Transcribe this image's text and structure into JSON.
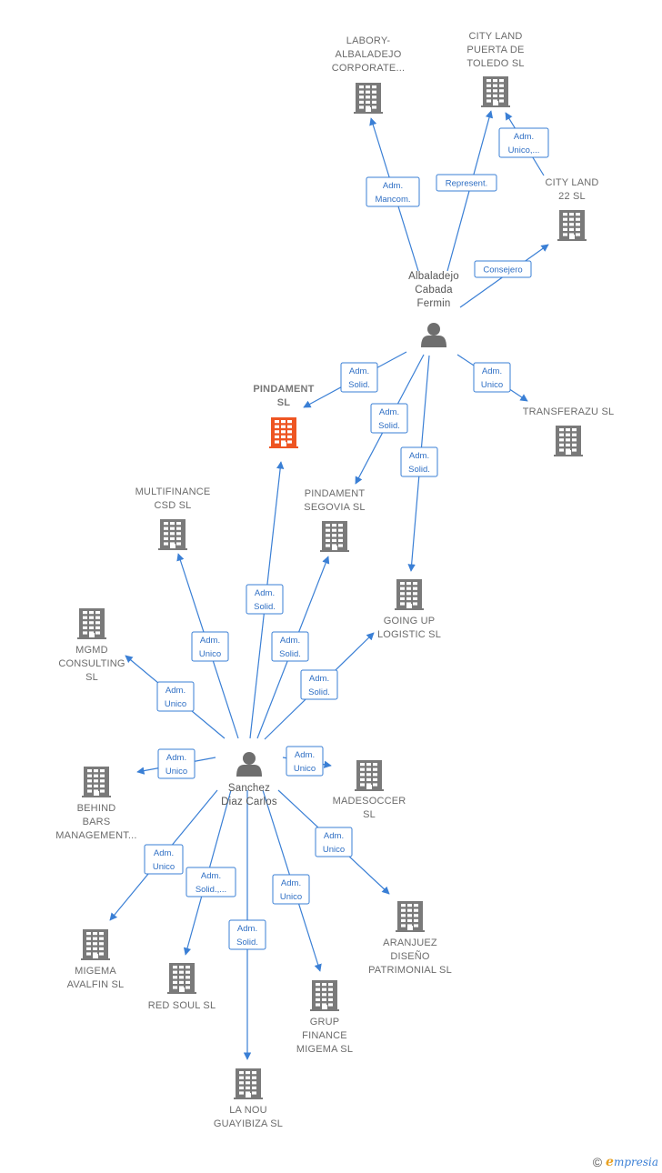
{
  "colors": {
    "edge": "#3a7fd5",
    "company": "#7a7a7a",
    "company_primary": "#ee5522",
    "person": "#6e6e6e"
  },
  "nodes": [
    {
      "id": "labory",
      "type": "company",
      "label": [
        "LABORY-",
        "ALBALADEJO",
        "CORPORATE..."
      ]
    },
    {
      "id": "cityland_toledo",
      "type": "company",
      "label": [
        "CITY LAND",
        "PUERTA DE",
        "TOLEDO  SL"
      ]
    },
    {
      "id": "cityland22",
      "type": "company",
      "label": [
        "CITY LAND",
        "22  SL"
      ]
    },
    {
      "id": "albaladejo",
      "type": "person",
      "label": [
        "Albaladejo",
        "Cabada",
        "Fermin"
      ]
    },
    {
      "id": "pindament",
      "type": "company_primary",
      "label": [
        "PINDAMENT",
        "SL"
      ]
    },
    {
      "id": "transferazu",
      "type": "company",
      "label": [
        "TRANSFERAZU SL"
      ]
    },
    {
      "id": "multifinance",
      "type": "company",
      "label": [
        "MULTIFINANCE",
        "CSD  SL"
      ]
    },
    {
      "id": "pindament_segovia",
      "type": "company",
      "label": [
        "PINDAMENT",
        "SEGOVIA  SL"
      ]
    },
    {
      "id": "going_up",
      "type": "company",
      "label": [
        "GOING UP",
        "LOGISTIC  SL"
      ]
    },
    {
      "id": "mgmd",
      "type": "company",
      "label": [
        "MGMD",
        "CONSULTING",
        "SL"
      ]
    },
    {
      "id": "sanchez",
      "type": "person",
      "label": [
        "Sanchez",
        "Diaz Carlos"
      ]
    },
    {
      "id": "behind_bars",
      "type": "company",
      "label": [
        "BEHIND",
        "BARS",
        "MANAGEMENT..."
      ]
    },
    {
      "id": "madesoccer",
      "type": "company",
      "label": [
        "MADESOCCER",
        "SL"
      ]
    },
    {
      "id": "aranjuez",
      "type": "company",
      "label": [
        "ARANJUEZ",
        "DISEÑO",
        "PATRIMONIAL SL"
      ]
    },
    {
      "id": "migema_avalfin",
      "type": "company",
      "label": [
        "MIGEMA",
        "AVALFIN  SL"
      ]
    },
    {
      "id": "red_soul",
      "type": "company",
      "label": [
        "RED SOUL  SL"
      ]
    },
    {
      "id": "grup_finance",
      "type": "company",
      "label": [
        "GRUP",
        "FINANCE",
        "MIGEMA  SL"
      ]
    },
    {
      "id": "la_nou",
      "type": "company",
      "label": [
        "LA NOU",
        "GUAYIBIZA  SL"
      ]
    }
  ],
  "edges": [
    {
      "from": "albaladejo",
      "to": "labory",
      "label": [
        "Adm.",
        "Mancom."
      ]
    },
    {
      "from": "albaladejo",
      "to": "cityland_toledo",
      "label": [
        "Represent."
      ]
    },
    {
      "from": "cityland22",
      "to": "cityland_toledo",
      "label": [
        "Adm.",
        "Unico,..."
      ]
    },
    {
      "from": "albaladejo",
      "to": "cityland22",
      "label": [
        "Consejero"
      ]
    },
    {
      "from": "albaladejo",
      "to": "pindament",
      "label": [
        "Adm.",
        "Solid."
      ]
    },
    {
      "from": "albaladejo",
      "to": "transferazu",
      "label": [
        "Adm.",
        "Unico"
      ]
    },
    {
      "from": "albaladejo",
      "to": "pindament_segovia",
      "label": [
        "Adm.",
        "Solid."
      ]
    },
    {
      "from": "albaladejo",
      "to": "going_up",
      "label": [
        "Adm.",
        "Solid."
      ]
    },
    {
      "from": "sanchez",
      "to": "pindament",
      "label": [
        "Adm.",
        "Solid."
      ]
    },
    {
      "from": "sanchez",
      "to": "multifinance",
      "label": [
        "Adm.",
        "Unico"
      ]
    },
    {
      "from": "sanchez",
      "to": "pindament_segovia",
      "label": [
        "Adm.",
        "Solid."
      ]
    },
    {
      "from": "sanchez",
      "to": "going_up",
      "label": [
        "Adm.",
        "Solid."
      ]
    },
    {
      "from": "sanchez",
      "to": "mgmd",
      "label": [
        "Adm.",
        "Unico"
      ]
    },
    {
      "from": "sanchez",
      "to": "behind_bars",
      "label": [
        "Adm.",
        "Unico"
      ]
    },
    {
      "from": "sanchez",
      "to": "madesoccer",
      "label": [
        "Adm.",
        "Unico"
      ]
    },
    {
      "from": "sanchez",
      "to": "aranjuez",
      "label": [
        "Adm.",
        "Unico"
      ]
    },
    {
      "from": "sanchez",
      "to": "migema_avalfin",
      "label": [
        "Adm.",
        "Unico"
      ]
    },
    {
      "from": "sanchez",
      "to": "red_soul",
      "label": [
        "Adm.",
        "Solid.,..."
      ]
    },
    {
      "from": "sanchez",
      "to": "la_nou",
      "label": [
        "Adm.",
        "Solid."
      ]
    },
    {
      "from": "sanchez",
      "to": "grup_finance",
      "label": [
        "Adm.",
        "Unico"
      ]
    }
  ],
  "footer": {
    "copyright": "©",
    "brand_initial": "e",
    "brand_rest": "mpresia"
  }
}
